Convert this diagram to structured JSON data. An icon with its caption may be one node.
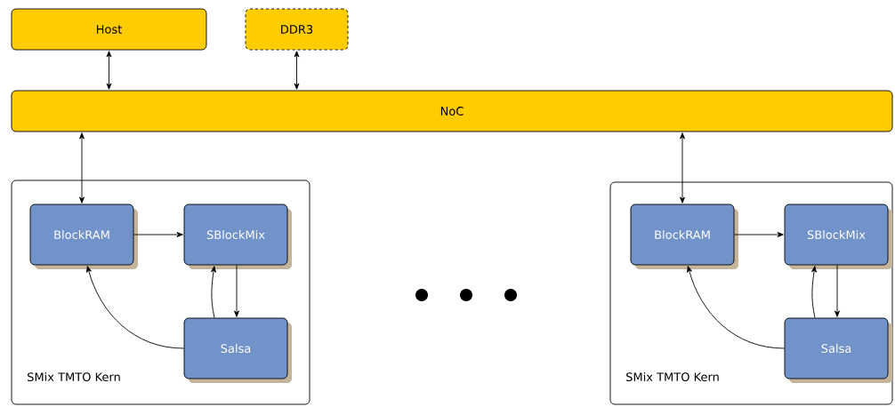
{
  "diagram": {
    "nodes": [
      {
        "text": [
          "Host"
        ]
      },
      {
        "text": [
          "DDR3"
        ]
      },
      {
        "text": [
          "NoC"
        ]
      },
      {
        "text": [
          "SMix TMTO Kern"
        ]
      },
      {
        "text": [
          "BlockRAM"
        ],
        "in": 3
      },
      {
        "text": [
          "SBlockMix"
        ],
        "in": 3
      },
      {
        "text": [
          "Salsa"
        ],
        "in": 3
      },
      {
        "text": [
          "SMix TMTO Kern"
        ]
      },
      {
        "text": [
          "BlockRAM"
        ],
        "in": 7
      },
      {
        "text": [
          "SBlockMix"
        ],
        "in": 7
      },
      {
        "text": [
          "Salsa"
        ],
        "in": 7
      }
    ],
    "edges": [
      {
        "from": 0,
        "to": 2,
        "arrow": "both"
      },
      {
        "from": 1,
        "to": 2,
        "arrow": "both"
      },
      {
        "from": 2,
        "to": 4,
        "arrow": "both"
      },
      {
        "from": 4,
        "to": 5,
        "arrow": "to"
      },
      {
        "from": 5,
        "to": 6,
        "arrow": "to"
      },
      {
        "from": 6,
        "to": 5,
        "arrow": "to"
      },
      {
        "from": 6,
        "to": 4,
        "arrow": "to"
      },
      {
        "from": 2,
        "to": 8,
        "arrow": "both"
      },
      {
        "from": 8,
        "to": 9,
        "arrow": "to"
      },
      {
        "from": 9,
        "to": 10,
        "arrow": "to"
      },
      {
        "from": 10,
        "to": 9,
        "arrow": "to"
      },
      {
        "from": 10,
        "to": 8,
        "arrow": "to"
      }
    ]
  }
}
